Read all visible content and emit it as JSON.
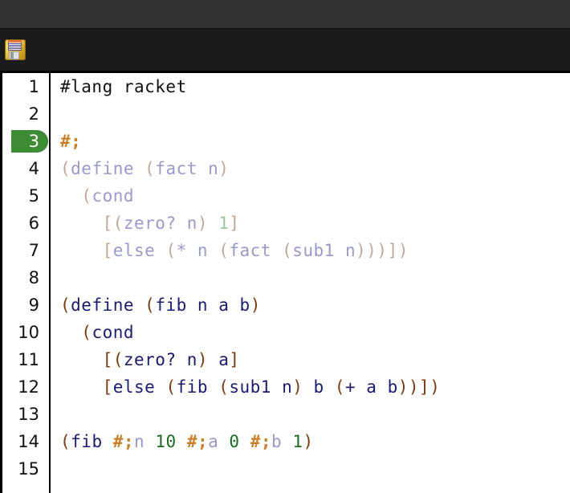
{
  "window": {
    "titlebar_color": "#323232",
    "toolbar_color": "#1b1b1b"
  },
  "toolbar": {
    "save_icon": "floppy-disk-save-icon",
    "save_label": ""
  },
  "editor": {
    "language": "racket",
    "current_line": 3,
    "highlight_color": "#3e8b36",
    "background": "#ffffff",
    "total_visible_lines": 15,
    "colors": {
      "identifier": "#1c1c6e",
      "paren": "#7a3a14",
      "number": "#1d6b23",
      "plain": "#111111",
      "commented_identifier": "#9a9ac8",
      "commented_paren": "#c0a898",
      "commented_number": "#9cc49c",
      "comment_marker": "#c8812a"
    },
    "lines": [
      {
        "number": "1",
        "text": "#lang racket",
        "tokens": [
          {
            "t": "#lang racket",
            "c": "plain"
          }
        ]
      },
      {
        "number": "2",
        "text": "",
        "tokens": []
      },
      {
        "number": "3",
        "text": "#;",
        "tokens": [
          {
            "t": "#;",
            "c": "hash"
          }
        ]
      },
      {
        "number": "4",
        "text": "(define (fact n)",
        "tokens": [
          {
            "t": "(",
            "c": "cp"
          },
          {
            "t": "define",
            "c": "ck"
          },
          {
            "t": " ",
            "c": "cp"
          },
          {
            "t": "(",
            "c": "cp"
          },
          {
            "t": "fact",
            "c": "ck"
          },
          {
            "t": " ",
            "c": "cp"
          },
          {
            "t": "n",
            "c": "ck"
          },
          {
            "t": ")",
            "c": "cp"
          }
        ]
      },
      {
        "number": "5",
        "text": "  (cond",
        "tokens": [
          {
            "t": "  ",
            "c": "cp"
          },
          {
            "t": "(",
            "c": "cp"
          },
          {
            "t": "cond",
            "c": "ck"
          }
        ]
      },
      {
        "number": "6",
        "text": "    [(zero? n) 1]",
        "tokens": [
          {
            "t": "    ",
            "c": "cp"
          },
          {
            "t": "[(",
            "c": "cp"
          },
          {
            "t": "zero?",
            "c": "ck"
          },
          {
            "t": " ",
            "c": "cp"
          },
          {
            "t": "n",
            "c": "ck"
          },
          {
            "t": ") ",
            "c": "cp"
          },
          {
            "t": "1",
            "c": "cnum"
          },
          {
            "t": "]",
            "c": "cp"
          }
        ]
      },
      {
        "number": "7",
        "text": "    [else (* n (fact (sub1 n)))])",
        "tokens": [
          {
            "t": "    ",
            "c": "cp"
          },
          {
            "t": "[",
            "c": "cp"
          },
          {
            "t": "else",
            "c": "ck"
          },
          {
            "t": " (",
            "c": "cp"
          },
          {
            "t": "*",
            "c": "ck"
          },
          {
            "t": " ",
            "c": "cp"
          },
          {
            "t": "n",
            "c": "ck"
          },
          {
            "t": " (",
            "c": "cp"
          },
          {
            "t": "fact",
            "c": "ck"
          },
          {
            "t": " (",
            "c": "cp"
          },
          {
            "t": "sub1",
            "c": "ck"
          },
          {
            "t": " ",
            "c": "cp"
          },
          {
            "t": "n",
            "c": "ck"
          },
          {
            "t": ")))])",
            "c": "cp"
          }
        ]
      },
      {
        "number": "8",
        "text": "",
        "tokens": []
      },
      {
        "number": "9",
        "text": "(define (fib n a b)",
        "tokens": [
          {
            "t": "(",
            "c": "p"
          },
          {
            "t": "define",
            "c": "k"
          },
          {
            "t": " ",
            "c": "p"
          },
          {
            "t": "(",
            "c": "p"
          },
          {
            "t": "fib",
            "c": "k"
          },
          {
            "t": " ",
            "c": "p"
          },
          {
            "t": "n",
            "c": "k"
          },
          {
            "t": " ",
            "c": "p"
          },
          {
            "t": "a",
            "c": "k"
          },
          {
            "t": " ",
            "c": "p"
          },
          {
            "t": "b",
            "c": "k"
          },
          {
            "t": ")",
            "c": "p"
          }
        ]
      },
      {
        "number": "10",
        "text": "  (cond",
        "tokens": [
          {
            "t": "  ",
            "c": "p"
          },
          {
            "t": "(",
            "c": "p"
          },
          {
            "t": "cond",
            "c": "k"
          }
        ]
      },
      {
        "number": "11",
        "text": "    [(zero? n) a]",
        "tokens": [
          {
            "t": "    ",
            "c": "p"
          },
          {
            "t": "[(",
            "c": "p"
          },
          {
            "t": "zero?",
            "c": "k"
          },
          {
            "t": " ",
            "c": "p"
          },
          {
            "t": "n",
            "c": "k"
          },
          {
            "t": ") ",
            "c": "p"
          },
          {
            "t": "a",
            "c": "k"
          },
          {
            "t": "]",
            "c": "p"
          }
        ]
      },
      {
        "number": "12",
        "text": "    [else (fib (sub1 n) b (+ a b))])",
        "tokens": [
          {
            "t": "    ",
            "c": "p"
          },
          {
            "t": "[",
            "c": "p"
          },
          {
            "t": "else",
            "c": "k"
          },
          {
            "t": " (",
            "c": "p"
          },
          {
            "t": "fib",
            "c": "k"
          },
          {
            "t": " (",
            "c": "p"
          },
          {
            "t": "sub1",
            "c": "k"
          },
          {
            "t": " ",
            "c": "p"
          },
          {
            "t": "n",
            "c": "k"
          },
          {
            "t": ") ",
            "c": "p"
          },
          {
            "t": "b",
            "c": "k"
          },
          {
            "t": " (",
            "c": "p"
          },
          {
            "t": "+",
            "c": "k"
          },
          {
            "t": " ",
            "c": "p"
          },
          {
            "t": "a",
            "c": "k"
          },
          {
            "t": " ",
            "c": "p"
          },
          {
            "t": "b",
            "c": "k"
          },
          {
            "t": "))])",
            "c": "p"
          }
        ]
      },
      {
        "number": "13",
        "text": "",
        "tokens": []
      },
      {
        "number": "14",
        "text": "(fib #;n 10 #;a 0 #;b 1)",
        "tokens": [
          {
            "t": "(",
            "c": "p"
          },
          {
            "t": "fib",
            "c": "k"
          },
          {
            "t": " ",
            "c": "p"
          },
          {
            "t": "#;",
            "c": "hash"
          },
          {
            "t": "n",
            "c": "ck"
          },
          {
            "t": " ",
            "c": "p"
          },
          {
            "t": "10",
            "c": "num"
          },
          {
            "t": " ",
            "c": "p"
          },
          {
            "t": "#;",
            "c": "hash"
          },
          {
            "t": "a",
            "c": "ck"
          },
          {
            "t": " ",
            "c": "p"
          },
          {
            "t": "0",
            "c": "num"
          },
          {
            "t": " ",
            "c": "p"
          },
          {
            "t": "#;",
            "c": "hash"
          },
          {
            "t": "b",
            "c": "ck"
          },
          {
            "t": " ",
            "c": "p"
          },
          {
            "t": "1",
            "c": "num"
          },
          {
            "t": ")",
            "c": "p"
          }
        ]
      },
      {
        "number": "15",
        "text": "",
        "tokens": []
      }
    ]
  }
}
